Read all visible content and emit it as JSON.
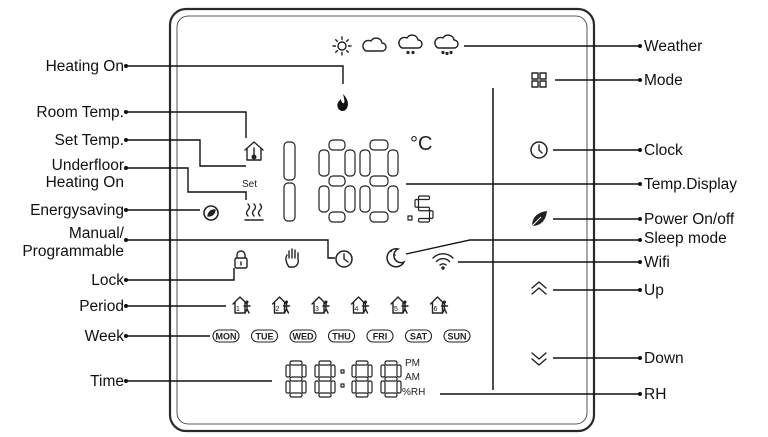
{
  "labels": {
    "weather": "Weather",
    "mode": "Mode",
    "clock": "Clock",
    "temp_display": "Temp.Display",
    "power": "Power On/off",
    "sleep": "Sleep mode",
    "wifi": "Wifi",
    "up": "Up",
    "down": "Down",
    "rh": "RH",
    "heating_on": "Heating On",
    "room_temp": "Room Temp.",
    "set_temp": "Set  Temp.",
    "underfloor_1": "Underfloor",
    "underfloor_2": "Heating On",
    "energysaving": "Energysaving",
    "manual_1": "Manual/",
    "manual_2": "Programmable",
    "lock": "Lock",
    "period": "Period",
    "week": "Week",
    "time": "Time"
  },
  "display": {
    "unit": "°C",
    "set_text": "Set",
    "main_digits": "188",
    "decimal": ".5",
    "time_digits": "88:88",
    "pm": "PM",
    "am": "AM",
    "rh_unit": "%RH"
  },
  "periods": [
    "1",
    "2",
    "3",
    "4",
    "5",
    "6"
  ],
  "week_days": [
    "MON",
    "TUE",
    "WED",
    "THU",
    "FRI",
    "SAT",
    "SUN"
  ],
  "icons": {
    "weather": [
      "sun-icon",
      "cloud-icon",
      "cloud-drizzle-icon",
      "cloud-rain-icon"
    ],
    "heating": "flame-icon",
    "mode": "grid-icon",
    "clock": "clock-icon",
    "power": "leaf-icon",
    "sleep": "moon-icon",
    "wifi": "wifi-icon",
    "up": "chevron-up-icon",
    "down": "chevron-down-icon",
    "lock": "lock-icon",
    "manual": "hand-icon",
    "program": "clock-icon",
    "energysaving": "eco-icon",
    "underfloor": "heat-waves-icon",
    "room_temp": "house-thermometer-icon"
  }
}
